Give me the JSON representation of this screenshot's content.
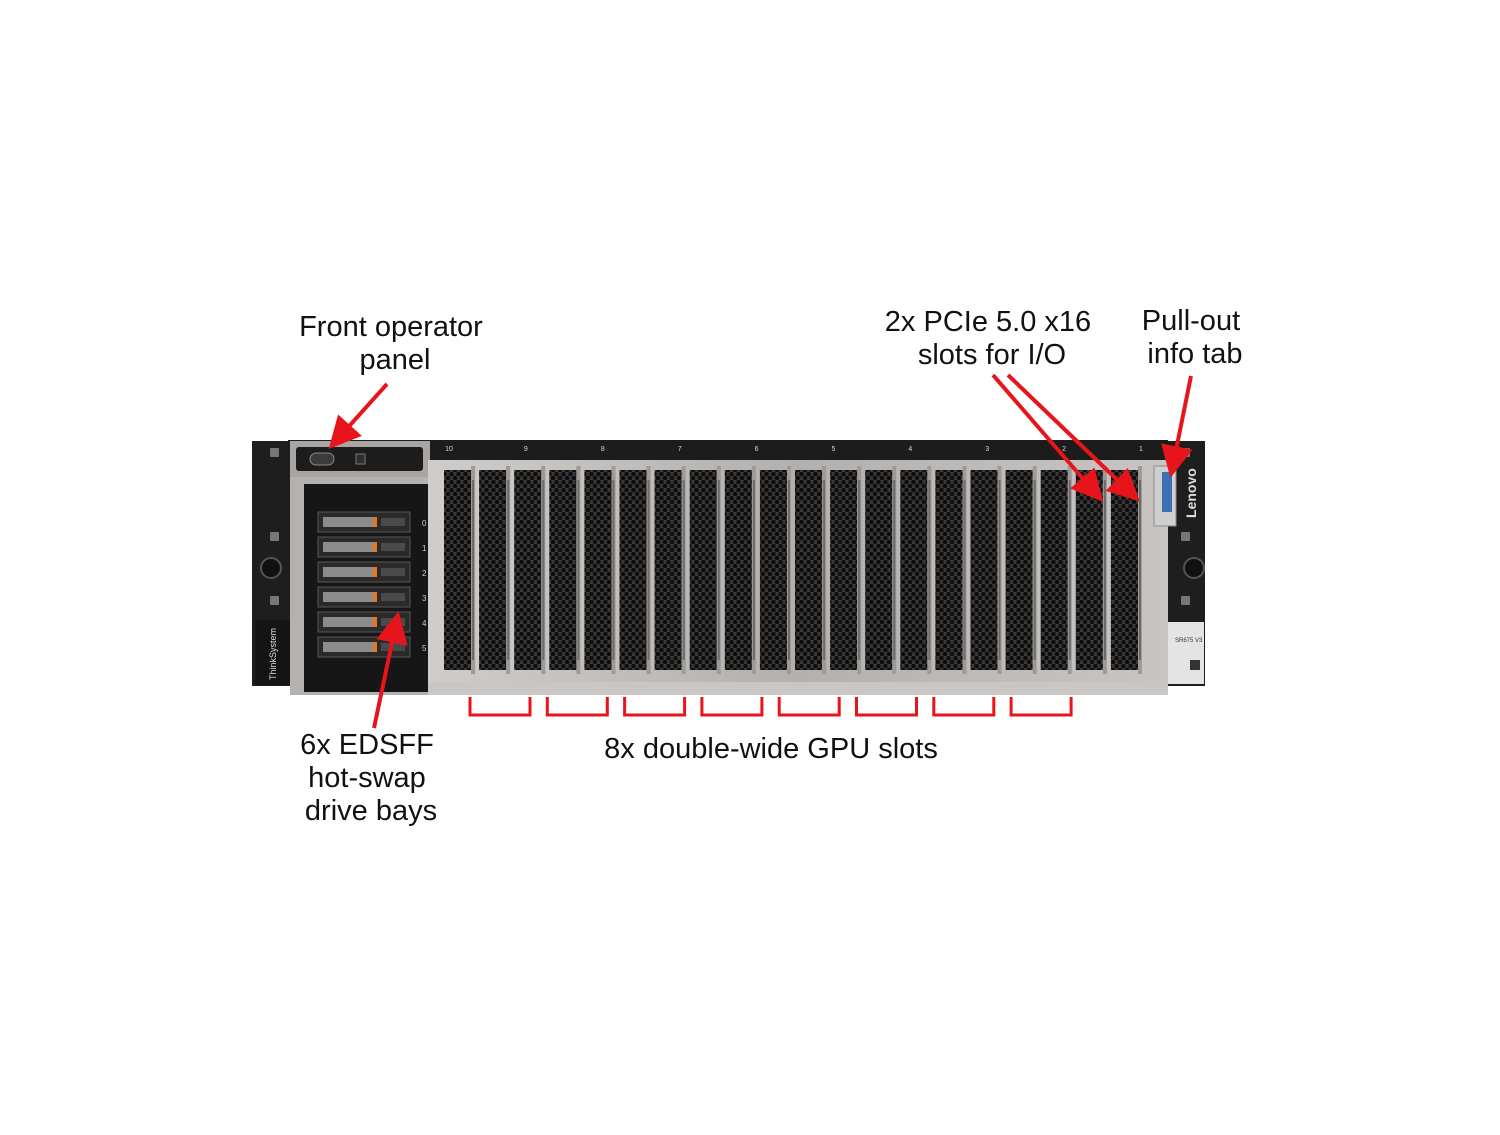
{
  "callouts": {
    "front_panel": [
      "Front operator",
      "panel"
    ],
    "pcie": [
      "2x PCIe 5.0 x16",
      "slots for I/O"
    ],
    "info_tab": [
      "Pull-out",
      "info tab"
    ],
    "drive_bays": [
      "6x EDSFF",
      "hot-swap",
      "drive bays"
    ],
    "gpu_slots": "8x double-wide GPU slots"
  },
  "server": {
    "slot_numbers": [
      "10",
      "9",
      "8",
      "7",
      "6",
      "5",
      "4",
      "3",
      "2",
      "1"
    ],
    "drive_bay_numbers": [
      "0",
      "1",
      "2",
      "3",
      "4",
      "5"
    ],
    "left_ear_brand": "ThinkSystem",
    "right_ear_brand": "Lenovo",
    "model_label": "SR675 V3",
    "gpu_slot_count": 8
  },
  "colors": {
    "annotation": "#e8141b",
    "chassis_dark": "#1c1c1c",
    "chassis_silver": "#b9b6b3",
    "grille": "#2a2a2a"
  }
}
